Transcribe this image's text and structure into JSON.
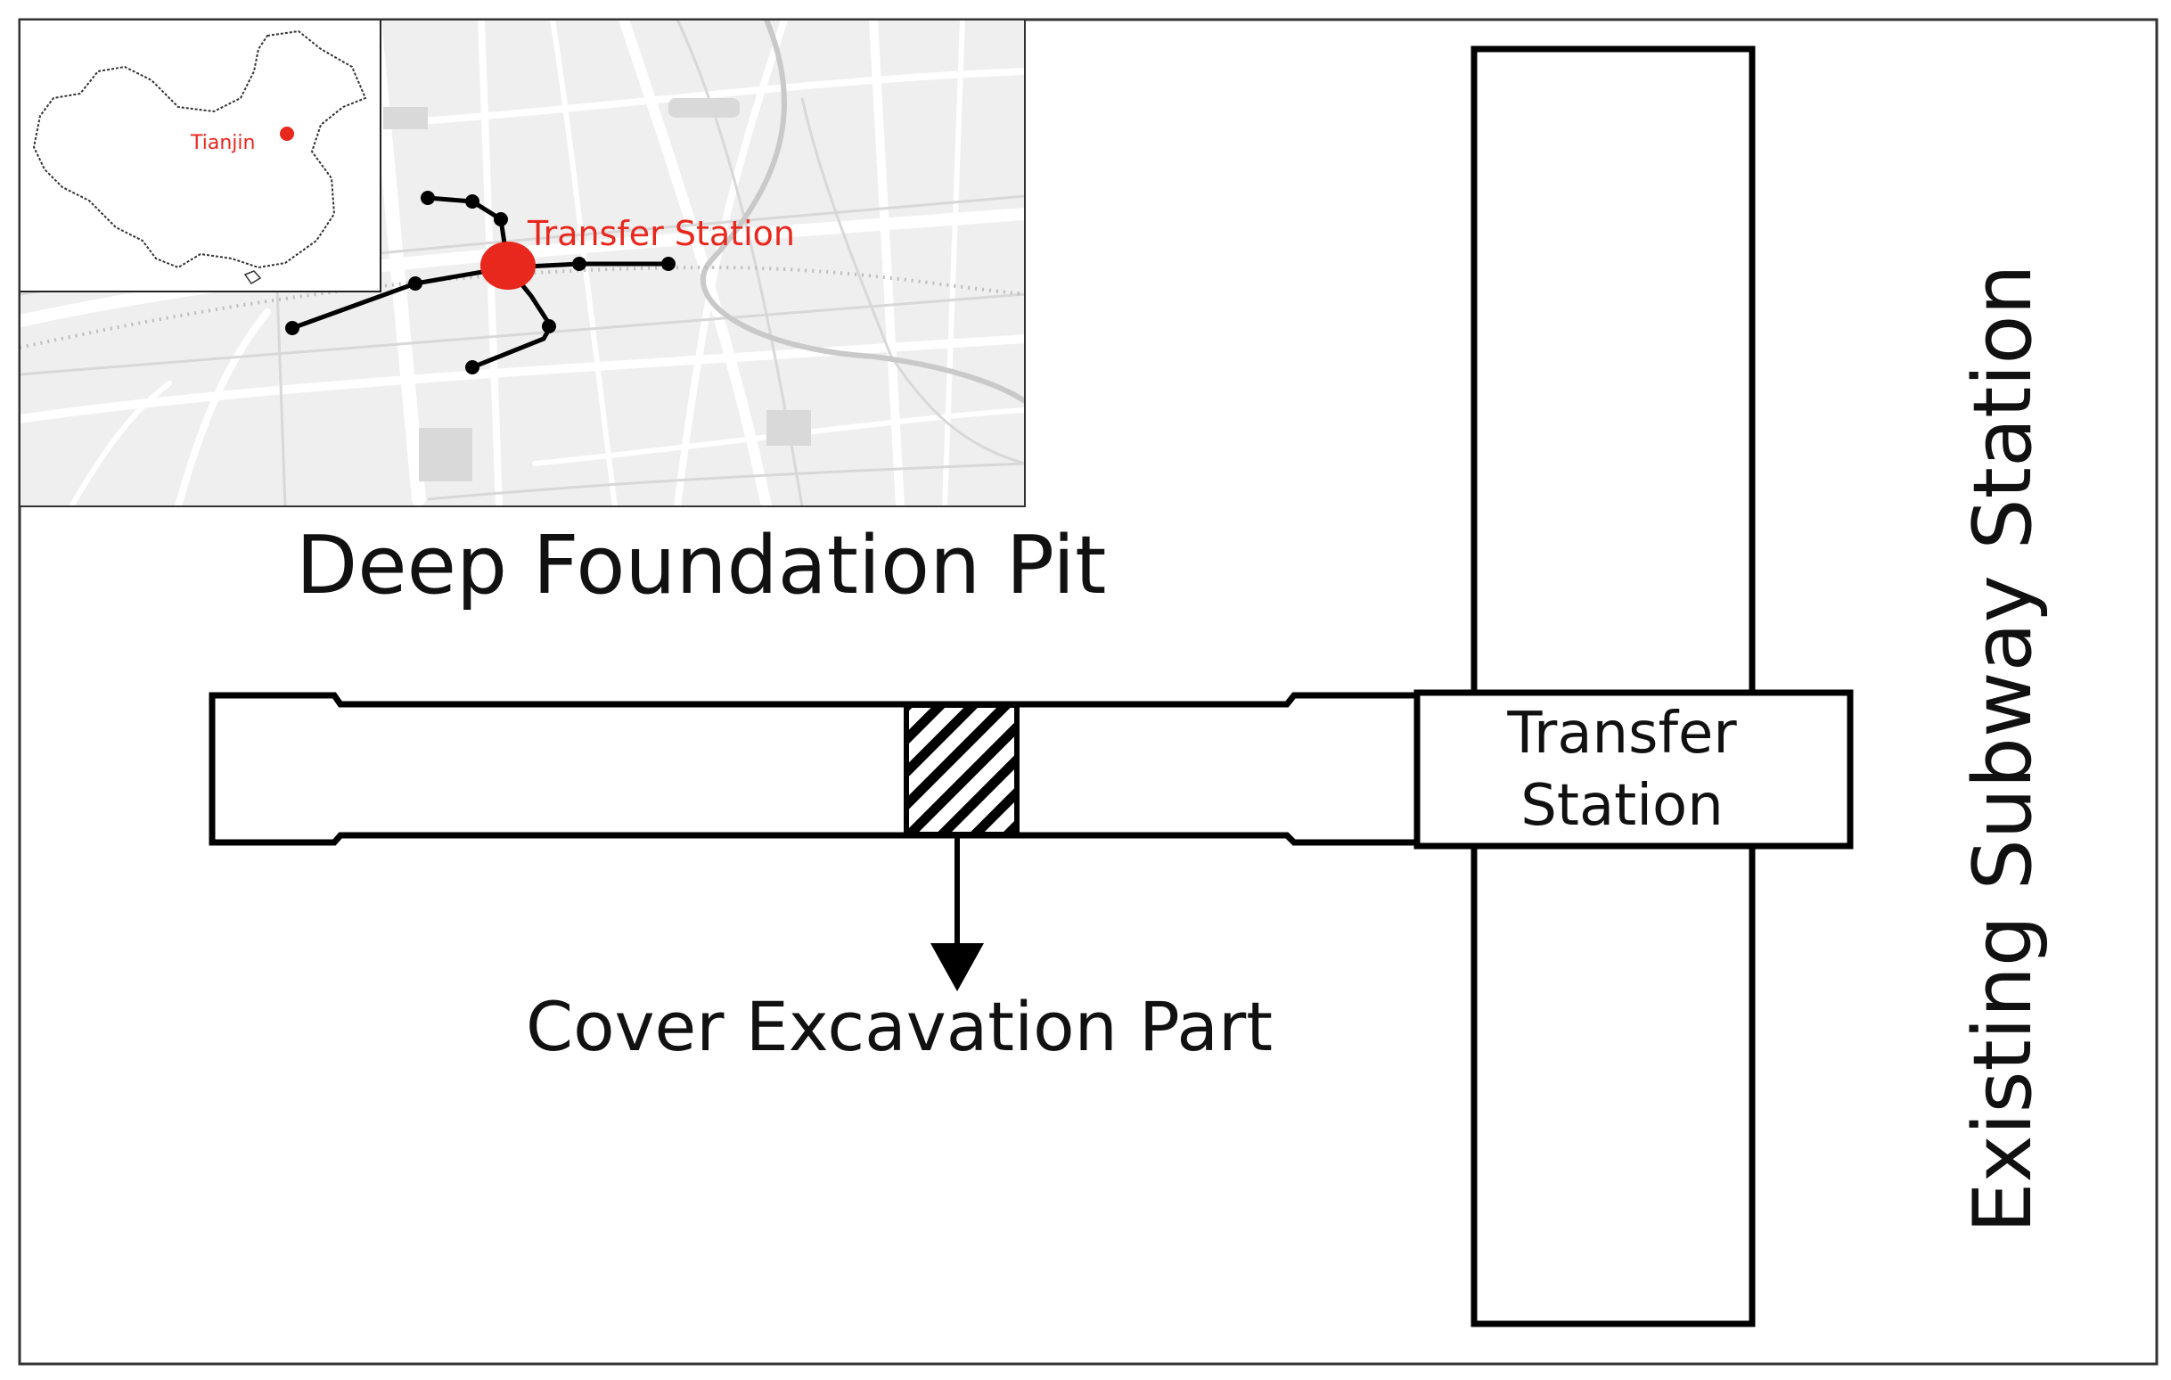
{
  "figure": {
    "labels": {
      "deep_foundation_pit": "Deep Foundation Pit",
      "transfer_station_line1": "Transfer",
      "transfer_station_line2": "Station",
      "cover_excavation_part": "Cover Excavation Part",
      "existing_subway_station": "Existing Subway Station"
    },
    "inset_map": {
      "city_label": "Tianjin",
      "station_label": "Transfer Station",
      "accent_color": "#e8271d",
      "line_color": "#000000",
      "map_background": "#efefef",
      "road_color": "#ffffff"
    },
    "diagram_colors": {
      "stroke": "#000000",
      "fill": "#ffffff",
      "hatch": "#000000"
    }
  }
}
